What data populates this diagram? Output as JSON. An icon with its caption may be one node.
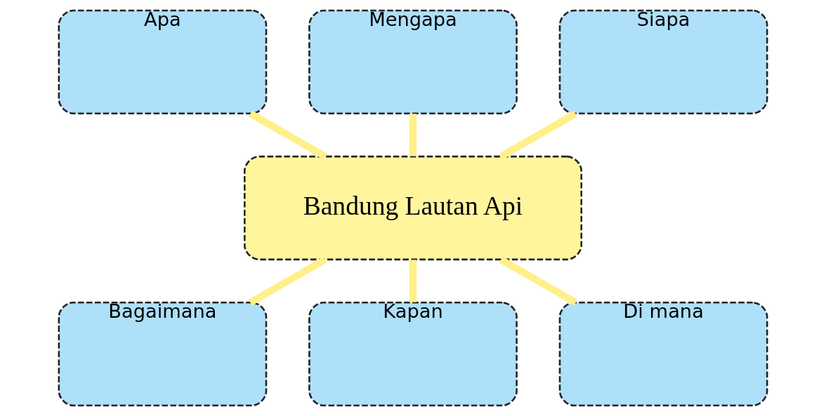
{
  "diagram": {
    "nodes": [
      {
        "text": [
          "Apa"
        ]
      },
      {
        "text": [
          "Mengapa"
        ]
      },
      {
        "text": [
          "Siapa"
        ]
      },
      {
        "text": [
          "Bandung Lautan Api"
        ]
      },
      {
        "text": [
          "Bagaimana"
        ]
      },
      {
        "text": [
          "Kapan"
        ]
      },
      {
        "text": [
          "Di mana"
        ]
      }
    ],
    "edges": [
      {
        "from": 0,
        "to": 3,
        "arrow": "none"
      },
      {
        "from": 1,
        "to": 3,
        "arrow": "none"
      },
      {
        "from": 2,
        "to": 3,
        "arrow": "none"
      },
      {
        "from": 3,
        "to": 4,
        "arrow": "none"
      },
      {
        "from": 3,
        "to": 5,
        "arrow": "none"
      },
      {
        "from": 3,
        "to": 6,
        "arrow": "none"
      }
    ]
  }
}
